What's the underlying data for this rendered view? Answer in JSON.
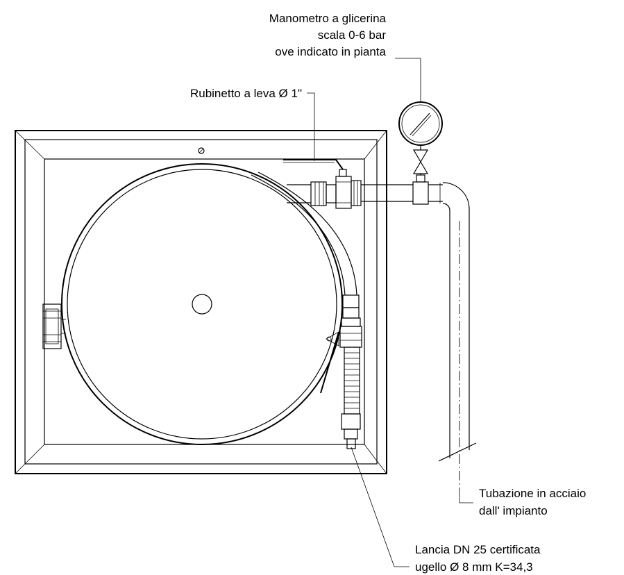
{
  "labels": {
    "manometro": {
      "line1": "Manometro a glicerina",
      "line2": "scala 0-6 bar",
      "line3": "ove indicato in pianta"
    },
    "rubinetto": {
      "text": "Rubinetto a leva Ø 1\""
    },
    "tubazione": {
      "line1": "Tubazione in acciaio",
      "line2": "dall' impianto"
    },
    "lancia": {
      "line1": "Lancia DN 25 certificata",
      "line2": "ugello Ø 8 mm K=34,3"
    }
  }
}
